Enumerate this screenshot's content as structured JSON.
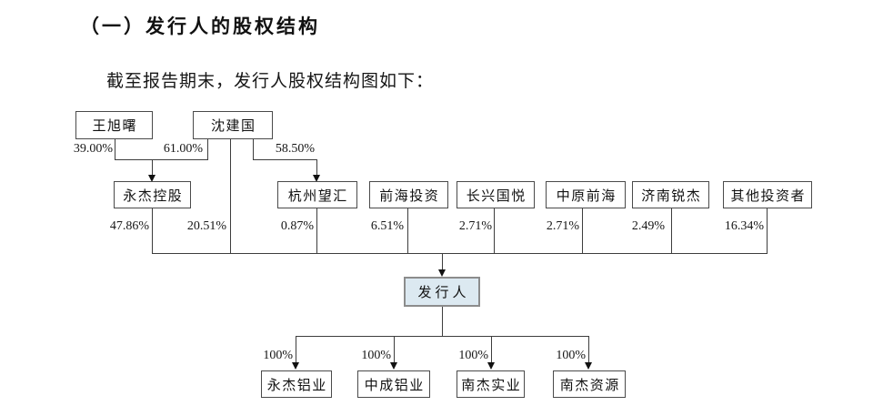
{
  "heading": "（一）发行人的股权结构",
  "intro": "截至报告期末，发行人股权结构图如下：",
  "colors": {
    "issuer_box_fill": "#dce9f1",
    "issuer_box_border": "#8c8c8c",
    "line_color": "#3d3d3d",
    "text_color": "#111111"
  },
  "diagram": {
    "level1": [
      {
        "label": "王旭曙"
      },
      {
        "label": "沈建国"
      }
    ],
    "level1_edges": [
      {
        "from": "王旭曙",
        "to": "永杰控股",
        "pct": "39.00%"
      },
      {
        "from": "沈建国",
        "to": "永杰控股",
        "pct": "61.00%"
      },
      {
        "from": "沈建国",
        "to": "杭州望汇",
        "pct": "58.50%"
      }
    ],
    "level2": [
      {
        "label": "永杰控股"
      },
      {
        "label": "杭州望汇"
      },
      {
        "label": "前海投资"
      },
      {
        "label": "长兴国悦"
      },
      {
        "label": "中原前海"
      },
      {
        "label": "济南锐杰"
      },
      {
        "label": "其他投资者"
      }
    ],
    "issuer_edges": [
      {
        "from": "永杰控股",
        "pct": "47.86%"
      },
      {
        "from": "沈建国",
        "pct": "20.51%"
      },
      {
        "from": "杭州望汇",
        "pct": "0.87%"
      },
      {
        "from": "前海投资",
        "pct": "6.51%"
      },
      {
        "from": "长兴国悦",
        "pct": "2.71%"
      },
      {
        "from": "中原前海",
        "pct": "2.71%"
      },
      {
        "from": "济南锐杰",
        "pct": "2.49%"
      },
      {
        "from": "其他投资者",
        "pct": "16.34%"
      }
    ],
    "issuer": {
      "label": "发行人"
    },
    "subsidiaries": [
      {
        "label": "永杰铝业",
        "pct": "100%"
      },
      {
        "label": "中成铝业",
        "pct": "100%"
      },
      {
        "label": "南杰实业",
        "pct": "100%"
      },
      {
        "label": "南杰资源",
        "pct": "100%"
      }
    ]
  }
}
